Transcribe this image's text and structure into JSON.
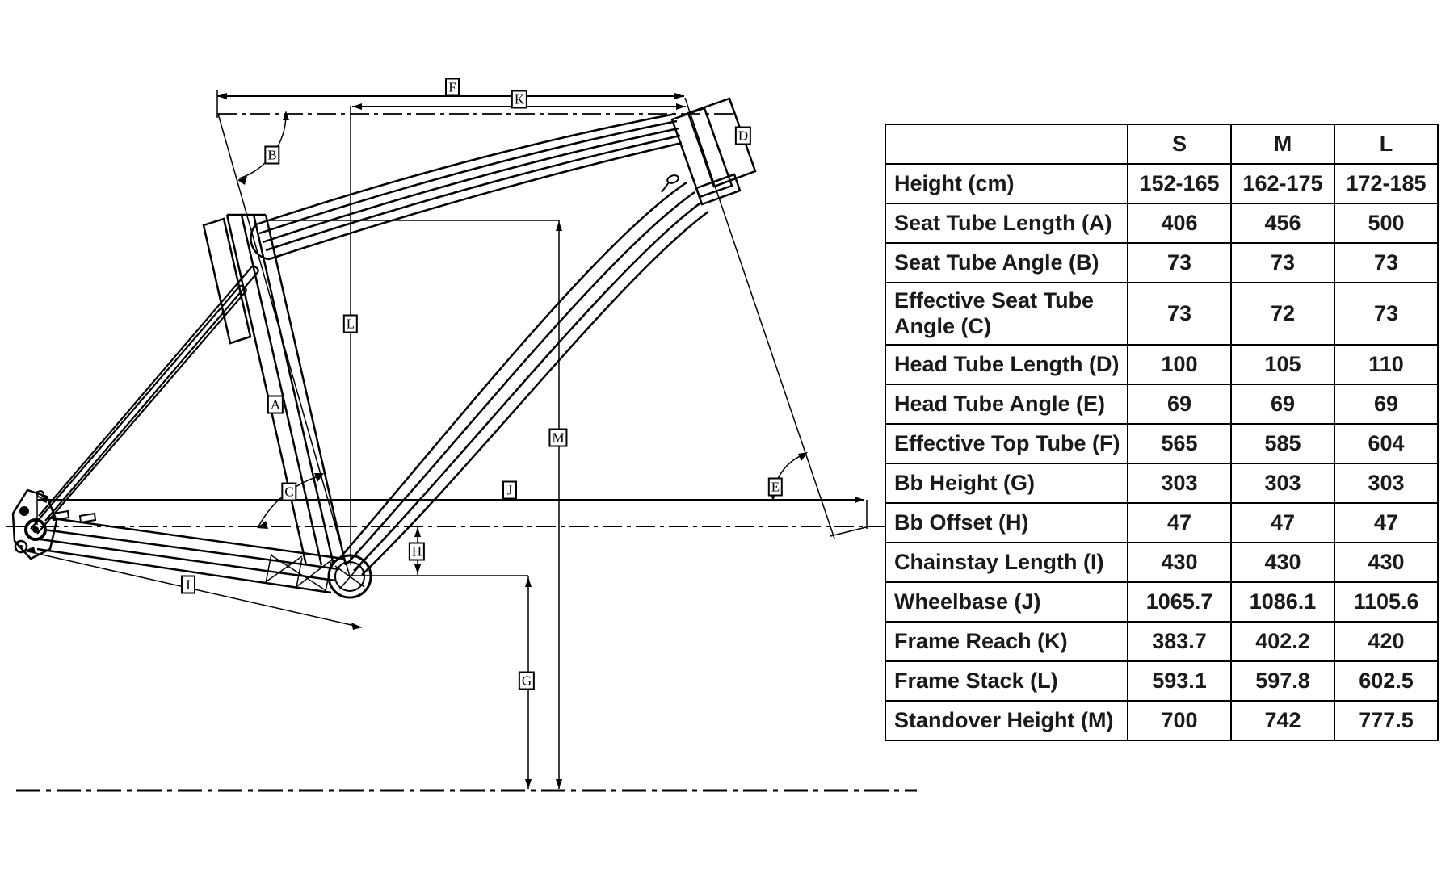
{
  "diagram": {
    "labels": {
      "A": "A",
      "B": "B",
      "C": "C",
      "D": "D",
      "E": "E",
      "F": "F",
      "G": "G",
      "H": "H",
      "I": "I",
      "J": "J",
      "K": "K",
      "L": "L",
      "M": "M"
    }
  },
  "table": {
    "columns": [
      "S",
      "M",
      "L"
    ],
    "rows": [
      {
        "label": "Height (cm)",
        "values": [
          "152-165",
          "162-175",
          "172-185"
        ]
      },
      {
        "label": "Seat Tube Length (A)",
        "values": [
          "406",
          "456",
          "500"
        ]
      },
      {
        "label": "Seat Tube Angle (B)",
        "values": [
          "73",
          "73",
          "73"
        ]
      },
      {
        "label": "Effective Seat Tube Angle (C)",
        "values": [
          "73",
          "72",
          "73"
        ]
      },
      {
        "label": "Head Tube Length (D)",
        "values": [
          "100",
          "105",
          "110"
        ]
      },
      {
        "label": "Head Tube Angle (E)",
        "values": [
          "69",
          "69",
          "69"
        ]
      },
      {
        "label": "Effective Top Tube (F)",
        "values": [
          "565",
          "585",
          "604"
        ]
      },
      {
        "label": "Bb Height (G)",
        "values": [
          "303",
          "303",
          "303"
        ]
      },
      {
        "label": "Bb Offset (H)",
        "values": [
          "47",
          "47",
          "47"
        ]
      },
      {
        "label": "Chainstay Length (I)",
        "values": [
          "430",
          "430",
          "430"
        ]
      },
      {
        "label": "Wheelbase (J)",
        "values": [
          "1065.7",
          "1086.1",
          "1105.6"
        ]
      },
      {
        "label": "Frame Reach (K)",
        "values": [
          "383.7",
          "402.2",
          "420"
        ]
      },
      {
        "label": "Frame Stack (L)",
        "values": [
          "593.1",
          "597.8",
          "602.5"
        ]
      },
      {
        "label": "Standover Height (M)",
        "values": [
          "700",
          "742",
          "777.5"
        ]
      }
    ]
  }
}
